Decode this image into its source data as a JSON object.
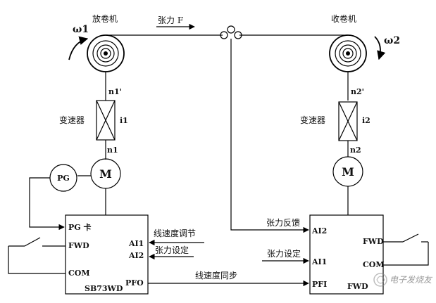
{
  "unwinder": {
    "title": "放卷机",
    "omega": "ω1",
    "shaft_label": "n1'",
    "gearbox_label": "变速器",
    "ratio_label": "i1",
    "motor_shaft_label": "n1",
    "motor_label": "M",
    "encoder_label": "PG"
  },
  "winder": {
    "title": "收卷机",
    "omega": "ω2",
    "shaft_label": "n2'",
    "gearbox_label": "变速器",
    "ratio_label": "i2",
    "motor_shaft_label": "n2",
    "motor_label": "M"
  },
  "tension_label": "张力 F",
  "drive_left": {
    "pg_card": "PG 卡",
    "fwd": "FWD",
    "com": "COM",
    "model": "SB73WD",
    "ai1": "AI1",
    "ai2": "AI2",
    "pfo": "PFO"
  },
  "drive_right": {
    "ai2": "AI2",
    "ai1": "AI1",
    "pfi": "PFI",
    "fwd_right": "FWD",
    "com": "COM",
    "fwd_bottom": "FWD"
  },
  "signals": {
    "line_speed_adjust": "线速度调节",
    "tension_setting_left": "张力设定",
    "tension_feedback": "张力反馈",
    "tension_setting_right": "张力设定",
    "line_speed_sync": "线速度同步"
  },
  "watermark": "电子发烧友"
}
